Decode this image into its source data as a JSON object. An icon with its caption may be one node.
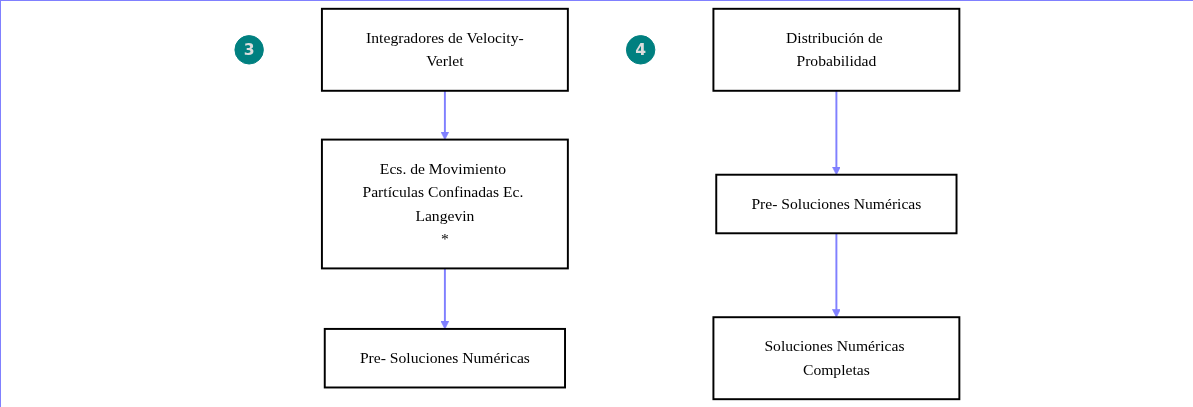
{
  "diagram": {
    "nodes": [
      {
        "text": [
          "3"
        ]
      },
      {
        "text": [
          "Integradores de Velocity-Verlet"
        ]
      },
      {
        "text": [
          "Ecs. de Movimiento Partículas Confinadas Ec. Langevin",
          "*"
        ]
      },
      {
        "text": [
          "Pre- Soluciones Numéricas"
        ]
      },
      {
        "text": [
          "4"
        ]
      },
      {
        "text": [
          "Distribución de Probabilidad"
        ]
      },
      {
        "text": [
          "Pre- Soluciones Numéricas"
        ]
      },
      {
        "text": [
          "Soluciones Numéricas Completas"
        ]
      }
    ],
    "edges": [
      {
        "from": 1,
        "to": 2,
        "arrow": "to"
      },
      {
        "from": 2,
        "to": 3,
        "arrow": "to"
      },
      {
        "from": 5,
        "to": 6,
        "arrow": "to"
      },
      {
        "from": 6,
        "to": 7,
        "arrow": "to"
      }
    ]
  }
}
